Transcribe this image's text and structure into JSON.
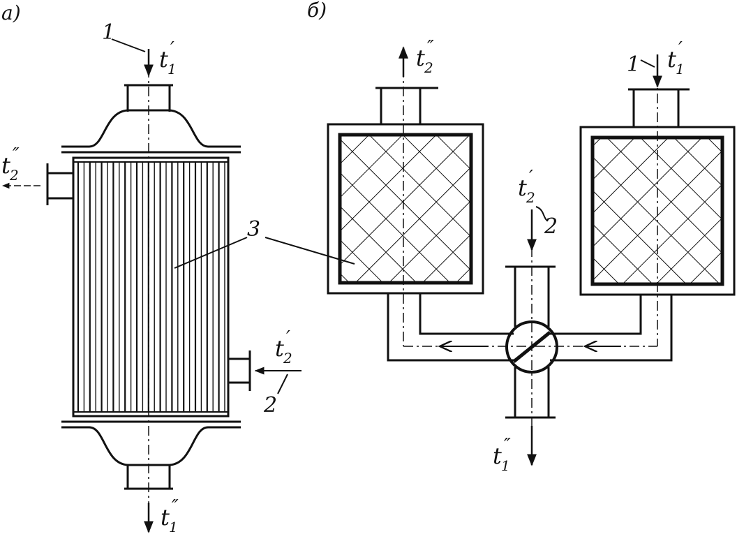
{
  "panels": {
    "a": {
      "label": "а)"
    },
    "b": {
      "label": "б)"
    }
  },
  "labels": {
    "num1": "1",
    "num2": "2",
    "num3": "3",
    "t": "t",
    "sub1": "1",
    "sub2": "2",
    "prime": "′",
    "dprime": "″"
  },
  "colors": {
    "ink": "#111111",
    "paper": "#ffffff"
  }
}
